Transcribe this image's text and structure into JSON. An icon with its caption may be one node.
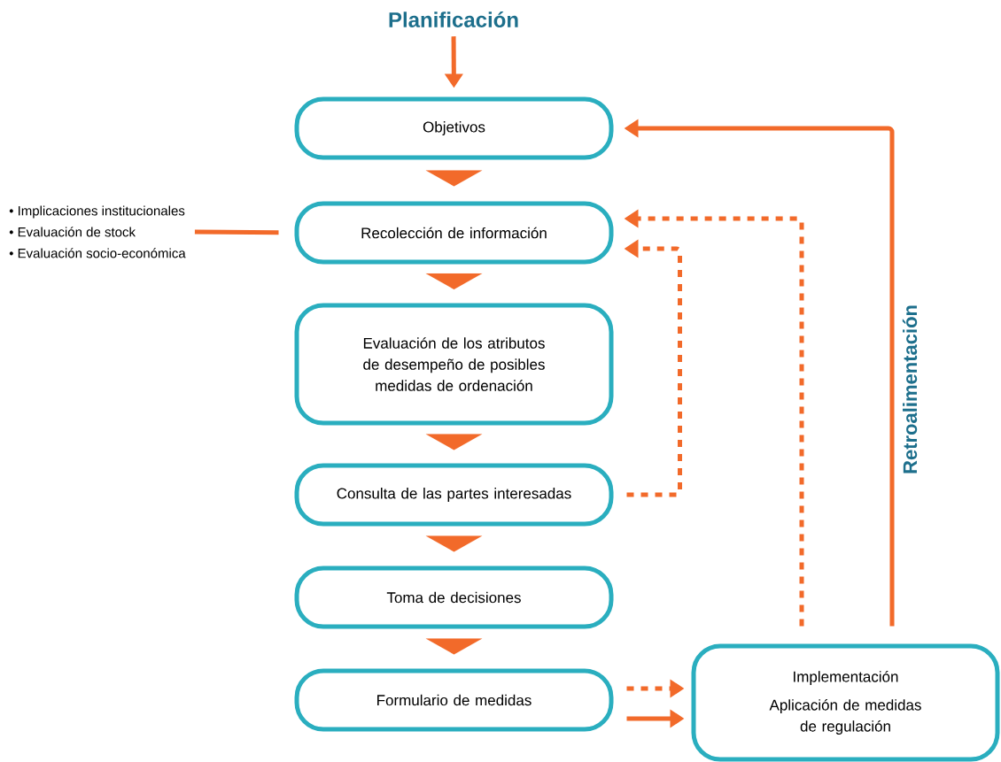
{
  "diagram": {
    "nodes": [
      {
        "text": [
          "Planificación"
        ]
      },
      {
        "text": [
          "Objetivos"
        ]
      },
      {
        "text": [
          "Recolección de información"
        ]
      },
      {
        "text": [
          "Evaluación de los atributos de desempeño de posibles medidas de ordenación"
        ]
      },
      {
        "text": [
          "Consulta de las partes interesadas"
        ]
      },
      {
        "text": [
          "Toma de decisiones"
        ]
      },
      {
        "text": [
          "Formulario de medidas"
        ]
      },
      {
        "text": [
          "Implementación",
          "Aplicación de medidas de regulación"
        ]
      },
      {
        "text": [
          "• Implicaciones institucionales",
          "• Evaluación de stock",
          "• Evaluación socio-económica"
        ]
      }
    ],
    "edges": [
      {
        "from": 0,
        "to": 1,
        "arrow": "to"
      },
      {
        "from": 1,
        "to": 2,
        "arrow": "to"
      },
      {
        "from": 2,
        "to": 3,
        "arrow": "to"
      },
      {
        "from": 3,
        "to": 4,
        "arrow": "to"
      },
      {
        "from": 4,
        "to": 5,
        "arrow": "to"
      },
      {
        "from": 5,
        "to": 6,
        "arrow": "to"
      },
      {
        "from": 6,
        "to": 7,
        "arrow": "to",
        "style": "dashed"
      },
      {
        "from": 6,
        "to": 7,
        "arrow": "to"
      },
      {
        "from": 7,
        "to": 1,
        "arrow": "to",
        "label": "Retroalimentación"
      },
      {
        "from": 7,
        "to": 2,
        "arrow": "to",
        "style": "dashed"
      },
      {
        "from": 4,
        "to": 2,
        "arrow": "to",
        "style": "dashed"
      },
      {
        "from": 8,
        "to": 2,
        "arrow": "none"
      }
    ]
  }
}
